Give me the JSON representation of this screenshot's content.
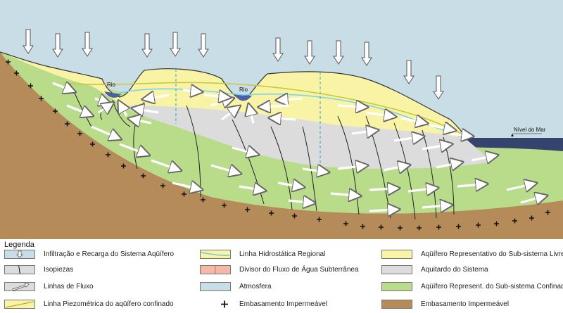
{
  "diagram": {
    "labels": {
      "river_left": "Rio",
      "river_right": "Rio",
      "sea_level": "Nível do Mar"
    }
  },
  "legend": {
    "title": "Legenda",
    "items": [
      {
        "id": "infiltration",
        "label": "Infiltração e Recarga do Sistema Aqüífero",
        "icon": "down-arrow-icon"
      },
      {
        "id": "isopiezas",
        "label": "Isopiezas",
        "icon": "isopieza-line-icon"
      },
      {
        "id": "flow-lines",
        "label": "Linhas de Fluxo",
        "icon": "flow-arrow-icon"
      },
      {
        "id": "piezometric-line",
        "label": "Linha Piezométrica do aqüífero confinado",
        "icon": "yellow-line-icon",
        "color": "#d8c93a"
      },
      {
        "id": "hydrostatic-line",
        "label": "Linha Hidrostática Regional",
        "icon": "cyan-line-icon",
        "color": "#7fd3e6"
      },
      {
        "id": "flow-divide",
        "label": "Divisor do Fluxo de Água Subterrânea",
        "icon": "divide-line-icon",
        "color": "#f4b9a6"
      },
      {
        "id": "atmosphere",
        "label": "Atmosfera",
        "icon": "atmosphere-swatch-icon",
        "color": "#c9dde6"
      },
      {
        "id": "basement-cross",
        "label": "Embasamento Impermeável",
        "icon": "plus-icon"
      },
      {
        "id": "free-aquifer",
        "label": "Aqüífero Representativo do Sub-sistema Livre",
        "icon": "yellow-swatch-icon",
        "color": "#f9f3a6"
      },
      {
        "id": "aquitard",
        "label": "Aquitardo do Sistema",
        "icon": "gray-swatch-icon",
        "color": "#dcdcdc"
      },
      {
        "id": "confined-aquifer",
        "label": "Aqüífero Represent. do Sub-sistema Confinado",
        "icon": "green-swatch-icon",
        "color": "#b8dc8a"
      },
      {
        "id": "basement",
        "label": "Embasamento Impermeável",
        "icon": "brown-swatch-icon",
        "color": "#b58b5a"
      }
    ]
  },
  "colors": {
    "atmosphere": "#c9dde6",
    "free_aquifer": "#f9f3a6",
    "aquitard": "#dcdcdc",
    "confined_aquifer": "#b8dc8a",
    "basement": "#b58b5a",
    "sea": "#34446c",
    "river": "#4a5fa8"
  }
}
